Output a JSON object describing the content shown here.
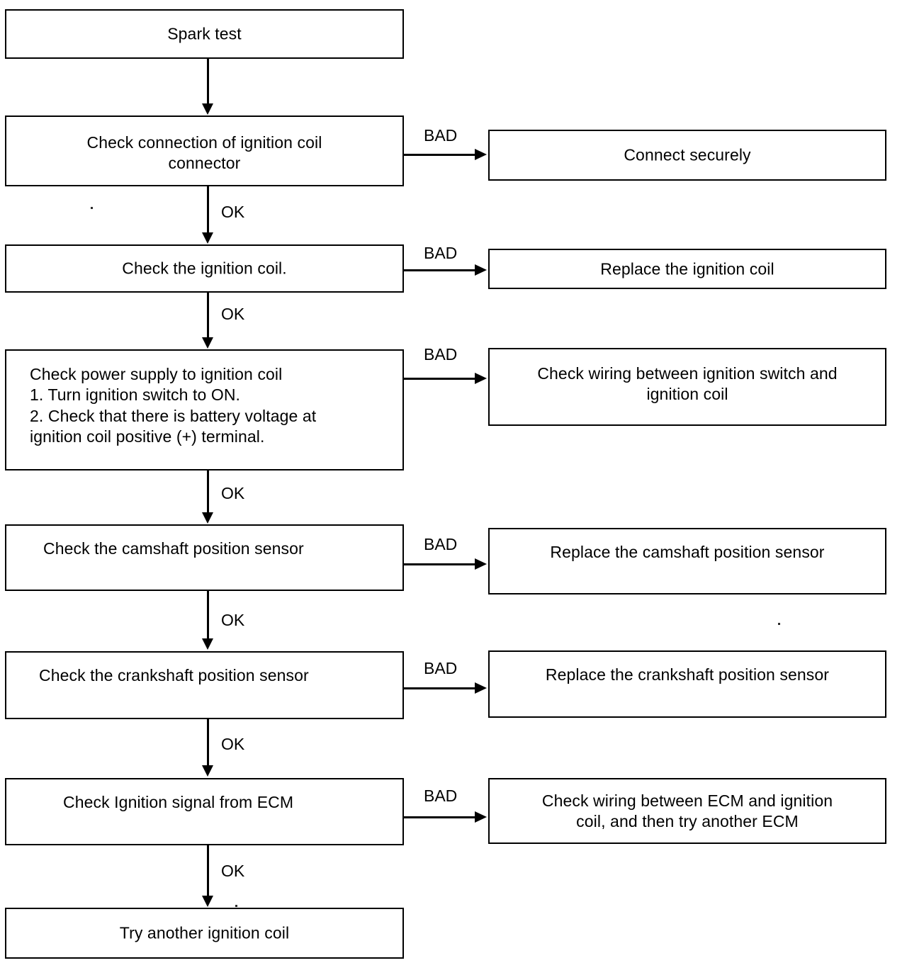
{
  "diagram": {
    "title": "Spark test diagnostic flowchart",
    "type": "flowchart",
    "colors": {
      "background": "#ffffff",
      "stroke": "#000000",
      "text": "#000000"
    },
    "edge_labels": {
      "ok": "OK",
      "bad": "BAD"
    },
    "nodes": {
      "start": "Spark test",
      "step1": "Check connection of ignition coil\nconnector",
      "step1_bad": "Connect securely",
      "step2": "Check the ignition coil.",
      "step2_bad": "Replace the ignition coil",
      "step3": "Check power supply to ignition coil\n1. Turn ignition switch to ON.\n2. Check that there is battery voltage at\n    ignition coil positive (+) terminal.",
      "step3_bad": "Check wiring between ignition switch and\nignition coil",
      "step4": "Check the camshaft position sensor",
      "step4_bad": "Replace the camshaft position sensor",
      "step5": "Check the crankshaft position sensor",
      "step5_bad": "Replace the crankshaft position sensor",
      "step6": "Check Ignition signal from ECM",
      "step6_bad": "Check wiring between ECM and ignition\ncoil, and then try another ECM",
      "end": "Try another ignition coil"
    },
    "ok_labels": {
      "after_step1": "OK",
      "after_step2": "OK",
      "after_step3": "OK",
      "after_step4": "OK",
      "after_step5": "OK",
      "after_step6": "OK"
    },
    "bad_labels": {
      "step1": "BAD",
      "step2": "BAD",
      "step3": "BAD",
      "step4": "BAD",
      "step5": "BAD",
      "step6": "BAD"
    }
  }
}
